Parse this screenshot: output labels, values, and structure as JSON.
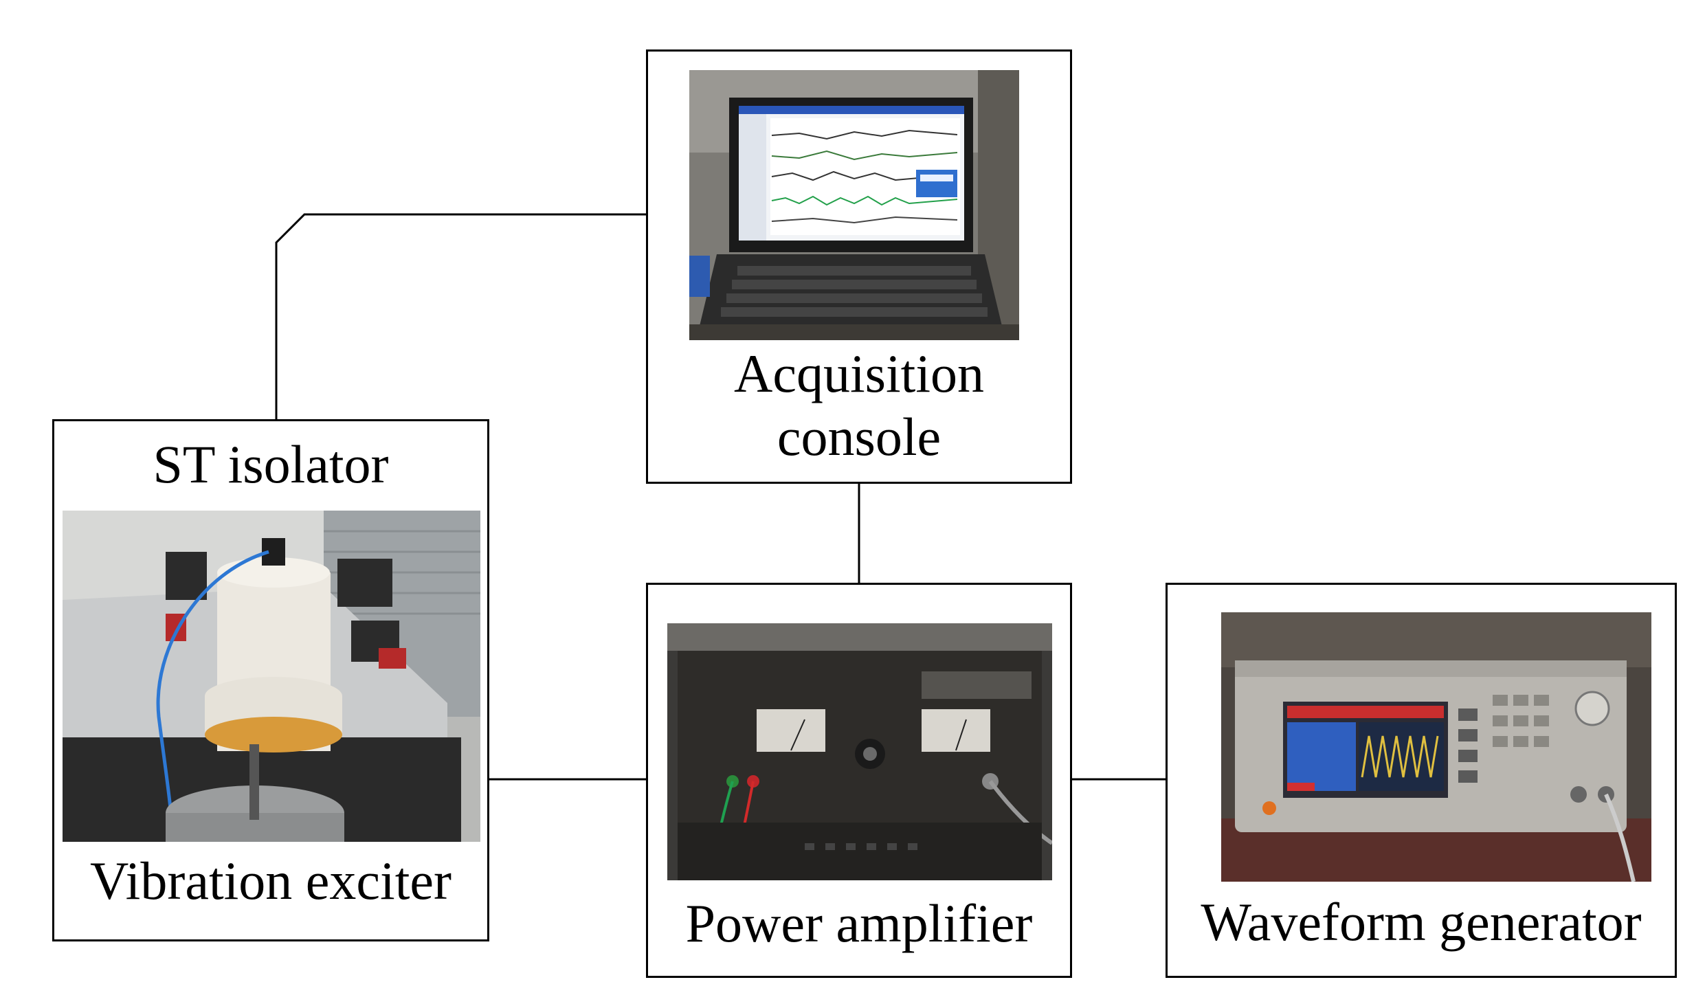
{
  "diagram": {
    "nodes": [
      {
        "id": "acquisition",
        "label_lines": [
          "Acquisition",
          "console"
        ],
        "photo": "laptop-with-waveform-software"
      },
      {
        "id": "isolator",
        "label_top": "ST isolator",
        "label_bottom": "Vibration exciter",
        "photo": "isolator-mounted-on-vibration-exciter"
      },
      {
        "id": "amplifier",
        "label": "Power amplifier",
        "photo": "power-amplifier-front-panel"
      },
      {
        "id": "generator",
        "label": "Waveform generator",
        "photo": "waveform-generator-display"
      }
    ],
    "edges": [
      {
        "from": "acquisition",
        "to": "isolator"
      },
      {
        "from": "acquisition",
        "to": "amplifier"
      },
      {
        "from": "isolator",
        "to": "amplifier"
      },
      {
        "from": "amplifier",
        "to": "generator"
      }
    ]
  }
}
